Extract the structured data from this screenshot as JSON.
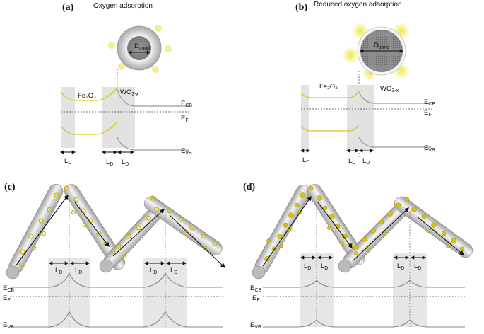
{
  "panels": {
    "a": {
      "tag": "(a)",
      "title": "Oxygen adsorption",
      "particle_label": "D",
      "particle_sub": "cond",
      "left_material": "Fe₂O₃",
      "right_material": "WO",
      "right_material_sub": "3-x",
      "ecb": "E",
      "ecb_sub": "CB",
      "ef": "E",
      "ef_sub": "F",
      "evb": "E",
      "evb_sub": "VB",
      "ld": [
        "L",
        "L",
        "L"
      ],
      "ld_sub": "D"
    },
    "b": {
      "tag": "(b)",
      "title": "Reduced oxygen  adsorption",
      "particle_label": "D",
      "particle_sub": "cond",
      "left_material": "Fe₂O₃",
      "right_material": "WO",
      "right_material_sub": "3-x",
      "ecb": "E",
      "ecb_sub": "CB",
      "ef": "E",
      "ef_sub": "F",
      "evb": "E",
      "evb_sub": "VB",
      "ld": [
        "L",
        "L",
        "L"
      ],
      "ld_sub": "D"
    },
    "c": {
      "tag": "(c)",
      "ld": [
        "L",
        "L",
        "L",
        "L"
      ],
      "ld_sub": "D",
      "ecb": "E",
      "ecb_sub": "CB",
      "ef": "E",
      "ef_sub": "F",
      "evb": "E",
      "evb_sub": "VB"
    },
    "d": {
      "tag": "(d)",
      "ld": [
        "L",
        "L",
        "L",
        "L"
      ],
      "ld_sub": "D",
      "ecb": "E",
      "ecb_sub": "CB",
      "ef": "E",
      "ef_sub": "F",
      "evb": "E",
      "evb_sub": "VB"
    }
  },
  "colors": {
    "band_yellow": "#d8c71a",
    "band_gray": "#999999",
    "depletion_shade": "#e2e2e2",
    "oxygen_yellow": "#c9b800",
    "rod_gray": "#cfcfcf"
  }
}
